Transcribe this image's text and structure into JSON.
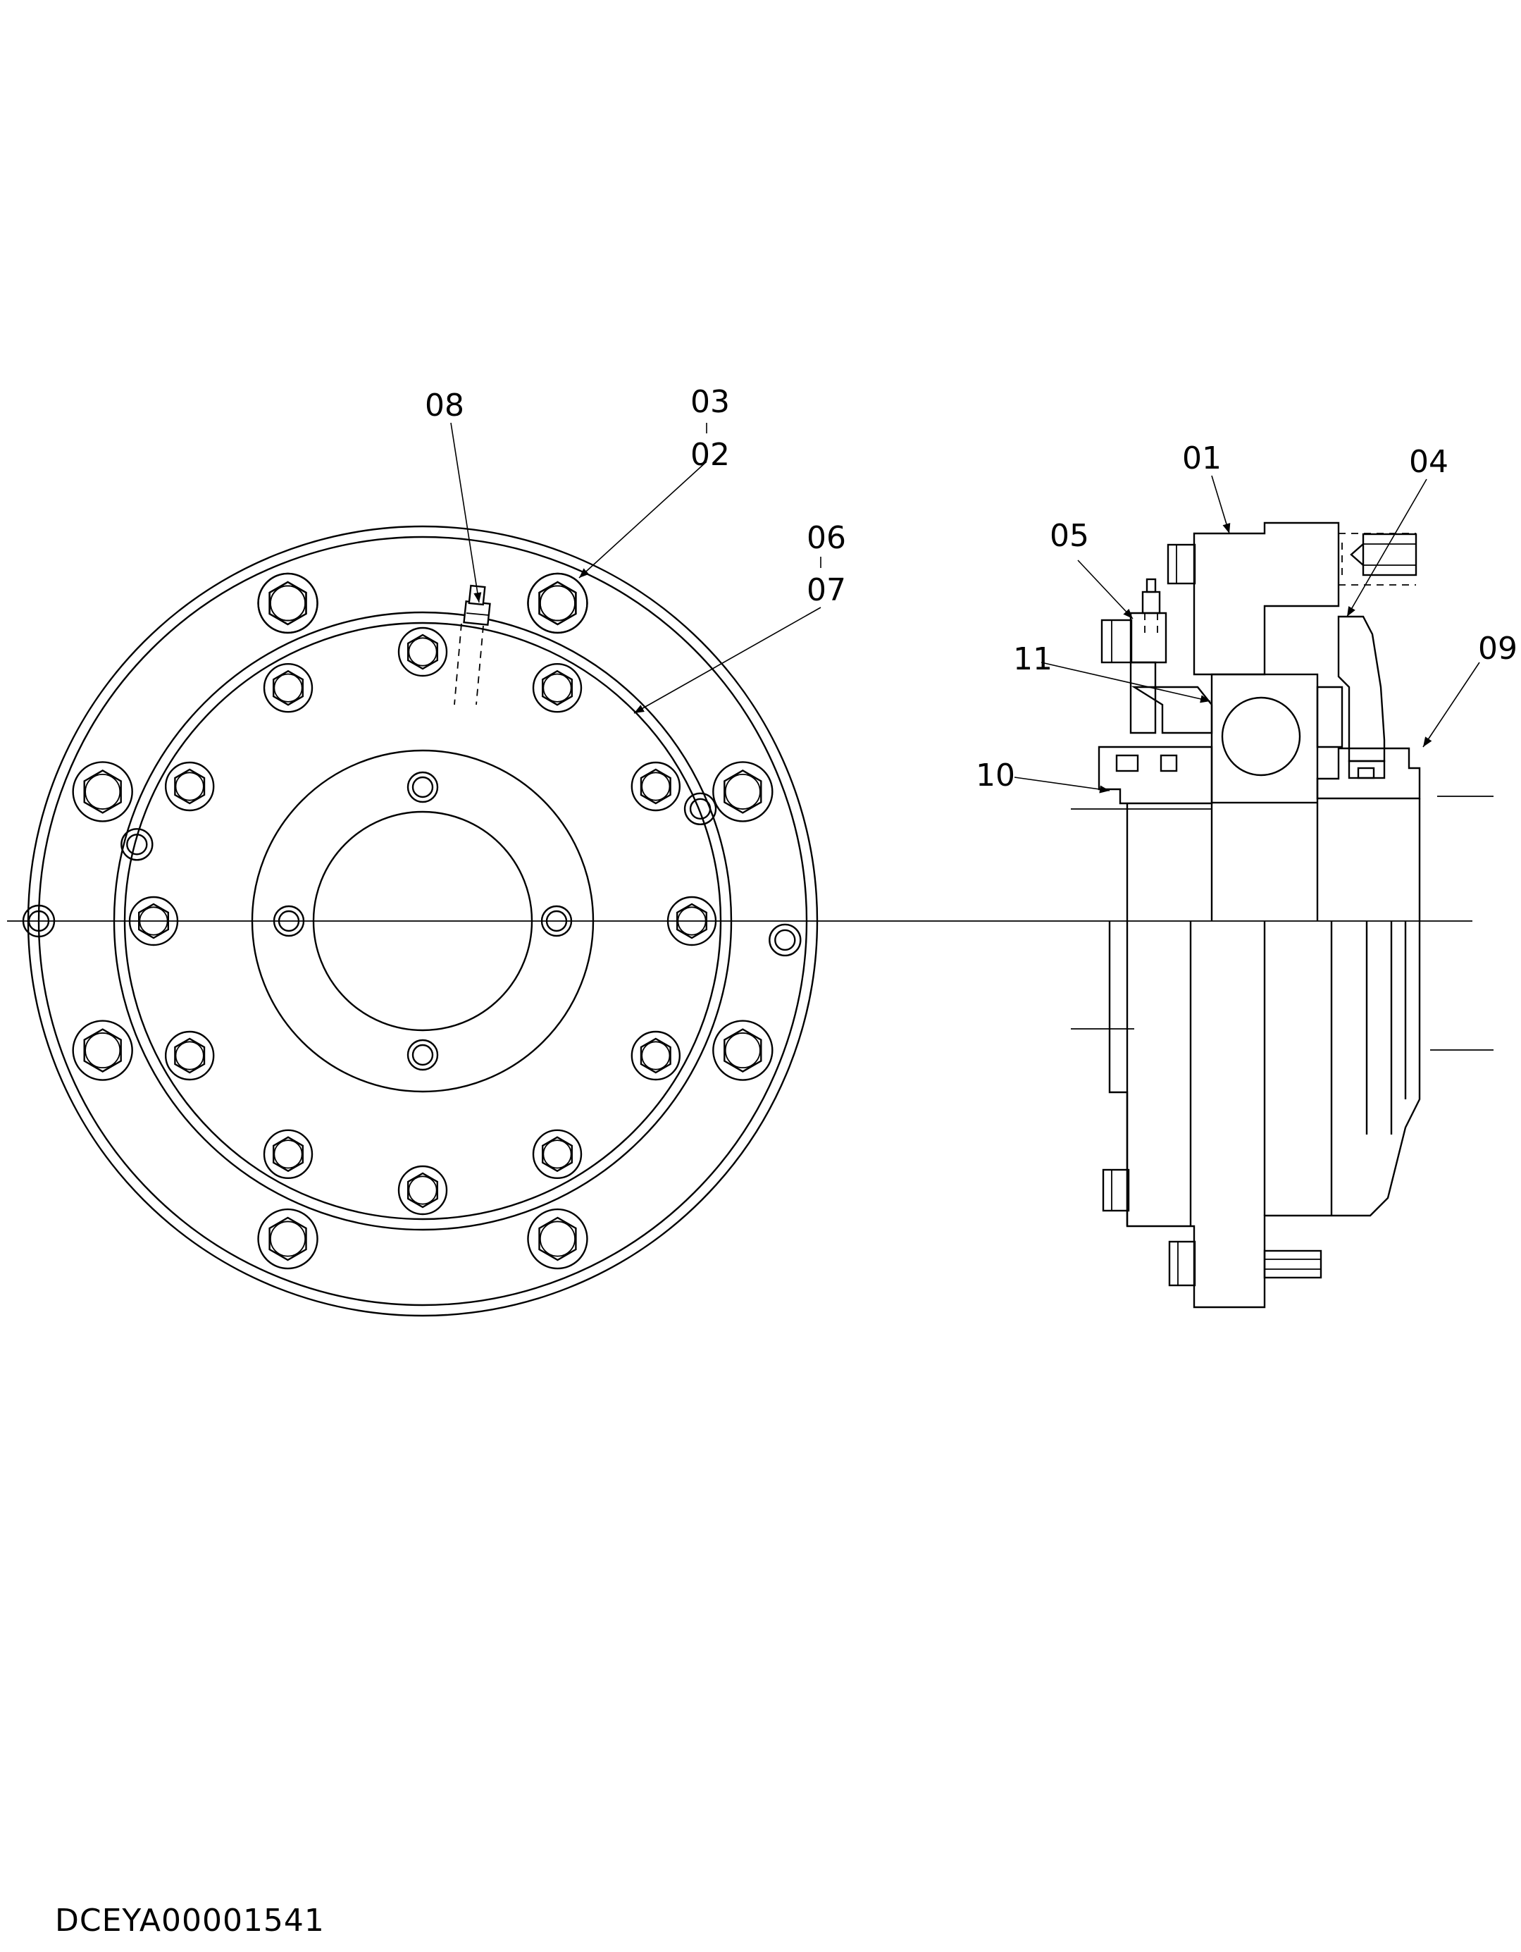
{
  "drawing": {
    "document_code": "DCEYA00001541",
    "callouts": {
      "c01": "01",
      "c02": "02",
      "c03": "03",
      "c04": "04",
      "c05": "05",
      "c06": "06",
      "c07": "07",
      "c08": "08",
      "c09": "09",
      "c10": "10",
      "c11": "11"
    }
  }
}
